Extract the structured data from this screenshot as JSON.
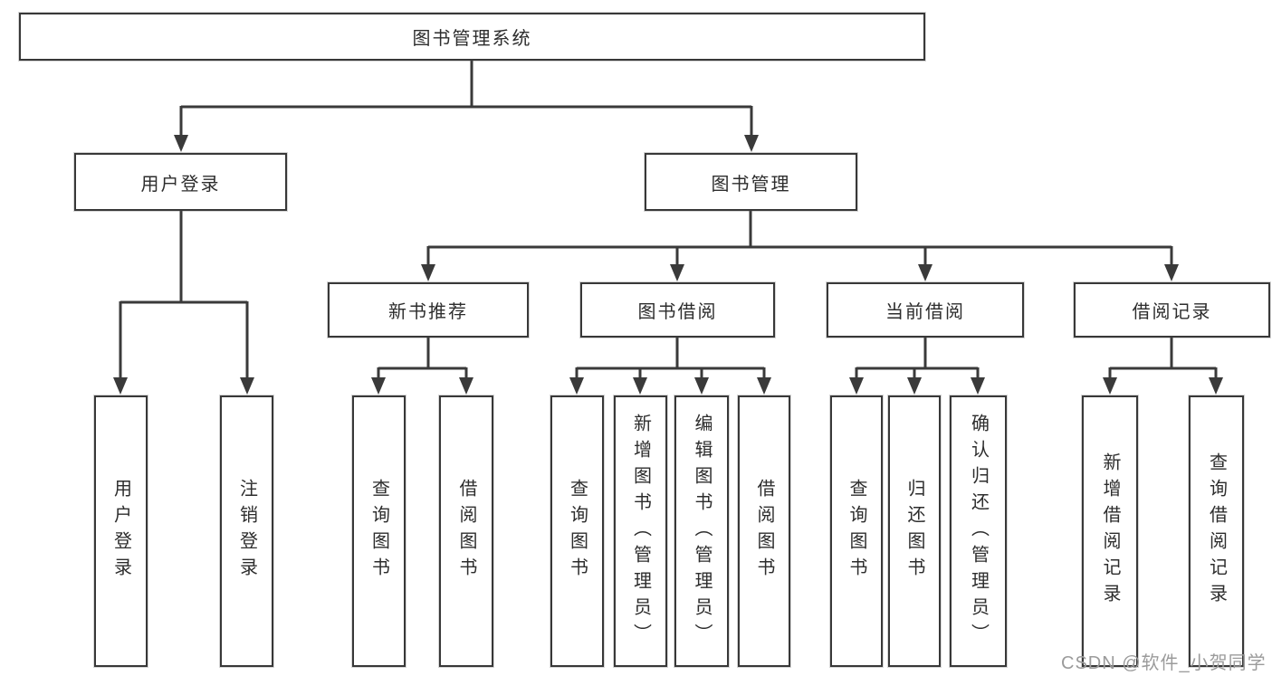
{
  "colors": {
    "background": "#ffffff",
    "line": "#3a3a3a",
    "box_border": "#383838",
    "text": "#2d2d2d",
    "watermark": "#9b9b9b"
  },
  "nodes": {
    "root": "图书管理系统",
    "user_login": "用户登录",
    "book_management": "图书管理",
    "new_book_recommend": "新书推荐",
    "book_borrow": "图书借阅",
    "current_borrow": "当前借阅",
    "borrow_records": "借阅记录",
    "leaf_user_login": "用户登录",
    "leaf_logout_login": "注销登录",
    "leaf_query_book_1": "查询图书",
    "leaf_borrow_book_1": "借阅图书",
    "leaf_query_book_2": "查询图书",
    "leaf_add_book_admin": "新增图书（管理员）",
    "leaf_edit_book_admin": "编辑图书（管理员）",
    "leaf_borrow_book_2": "借阅图书",
    "leaf_query_book_3": "查询图书",
    "leaf_return_book": "归还图书",
    "leaf_confirm_return_admin": "确认归还（管理员）",
    "leaf_add_borrow_record": "新增借阅记录",
    "leaf_query_borrow_record": "查询借阅记录"
  },
  "watermark": "CSDN @软件_小贺同学"
}
